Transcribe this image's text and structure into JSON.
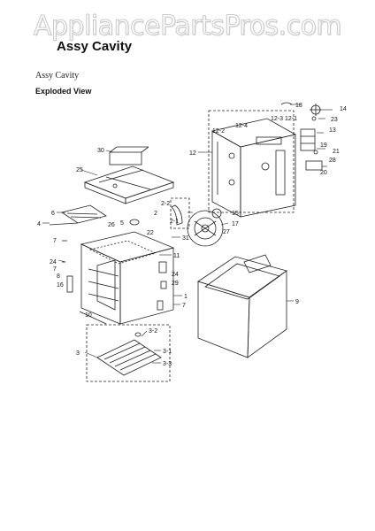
{
  "watermark": "AppliancePartsPros.com",
  "page": {
    "title": "Assy Cavity",
    "subtitle": "Assy Cavity",
    "view_label": "Exploded View"
  },
  "callouts": [
    {
      "id": "c18",
      "text": "18"
    },
    {
      "id": "c14",
      "text": "14"
    },
    {
      "id": "c23",
      "text": "23"
    },
    {
      "id": "c12-3",
      "text": "12-3"
    },
    {
      "id": "c12-1",
      "text": "12-1"
    },
    {
      "id": "c12-4",
      "text": "12-4"
    },
    {
      "id": "c12-2",
      "text": "12-2"
    },
    {
      "id": "c13",
      "text": "13"
    },
    {
      "id": "c19",
      "text": "19"
    },
    {
      "id": "c21",
      "text": "21"
    },
    {
      "id": "c28",
      "text": "28"
    },
    {
      "id": "c20",
      "text": "20"
    },
    {
      "id": "c12",
      "text": "12"
    },
    {
      "id": "c30",
      "text": "30"
    },
    {
      "id": "c25",
      "text": "25"
    },
    {
      "id": "c2-2",
      "text": "2-2"
    },
    {
      "id": "c2",
      "text": "2"
    },
    {
      "id": "c2-1",
      "text": "2-1"
    },
    {
      "id": "c15",
      "text": "15"
    },
    {
      "id": "c17",
      "text": "17"
    },
    {
      "id": "c27",
      "text": "27"
    },
    {
      "id": "c6",
      "text": "6"
    },
    {
      "id": "c4",
      "text": "4"
    },
    {
      "id": "c5",
      "text": "5"
    },
    {
      "id": "c7a",
      "text": "7"
    },
    {
      "id": "c26",
      "text": "26"
    },
    {
      "id": "c22",
      "text": "22"
    },
    {
      "id": "c31",
      "text": "31"
    },
    {
      "id": "c11",
      "text": "11"
    },
    {
      "id": "c24a",
      "text": "24"
    },
    {
      "id": "c7b",
      "text": "7"
    },
    {
      "id": "c8",
      "text": "8"
    },
    {
      "id": "c16",
      "text": "16"
    },
    {
      "id": "c24b",
      "text": "24"
    },
    {
      "id": "c29",
      "text": "29"
    },
    {
      "id": "c9",
      "text": "9"
    },
    {
      "id": "c1",
      "text": "1"
    },
    {
      "id": "c7c",
      "text": "7"
    },
    {
      "id": "c10",
      "text": "10"
    },
    {
      "id": "c3-2",
      "text": "3-2"
    },
    {
      "id": "c3",
      "text": "3"
    },
    {
      "id": "c3-1",
      "text": "3-1"
    },
    {
      "id": "c3-3",
      "text": "3-3"
    }
  ]
}
